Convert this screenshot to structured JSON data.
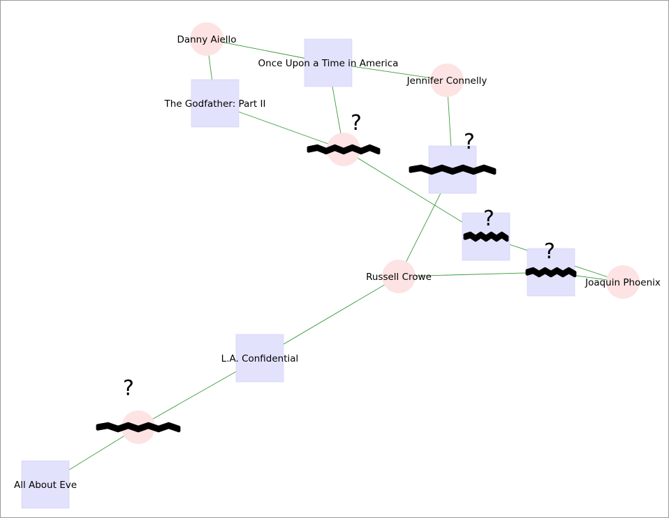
{
  "graph": {
    "nodes": [
      {
        "id": "danny_aiello",
        "kind": "person",
        "label": "Danny Aiello",
        "redacted": false
      },
      {
        "id": "jennifer_connelly",
        "kind": "person",
        "label": "Jennifer Connelly",
        "redacted": false
      },
      {
        "id": "person_center",
        "kind": "person",
        "label": "",
        "redacted": true
      },
      {
        "id": "russell_crowe",
        "kind": "person",
        "label": "Russell Crowe",
        "redacted": false
      },
      {
        "id": "joaquin_phoenix",
        "kind": "person",
        "label": "Joaquin Phoenix",
        "redacted": false
      },
      {
        "id": "person_bottom",
        "kind": "person",
        "label": "",
        "redacted": true
      },
      {
        "id": "once_upon",
        "kind": "movie",
        "label": "Once Upon a Time in America",
        "redacted": false
      },
      {
        "id": "godfather2",
        "kind": "movie",
        "label": "The Godfather: Part II",
        "redacted": false
      },
      {
        "id": "movie_mind",
        "kind": "movie",
        "label": "",
        "redacted": true
      },
      {
        "id": "movie_mid",
        "kind": "movie",
        "label": "",
        "redacted": true
      },
      {
        "id": "movie_right",
        "kind": "movie",
        "label": "",
        "redacted": true
      },
      {
        "id": "la_confidential",
        "kind": "movie",
        "label": "L.A. Confidential",
        "redacted": false
      },
      {
        "id": "all_about_eve",
        "kind": "movie",
        "label": "All About Eve",
        "redacted": false
      }
    ],
    "edges": [
      [
        "danny_aiello",
        "once_upon"
      ],
      [
        "once_upon",
        "jennifer_connelly"
      ],
      [
        "danny_aiello",
        "godfather2"
      ],
      [
        "godfather2",
        "person_center"
      ],
      [
        "once_upon",
        "person_center"
      ],
      [
        "jennifer_connelly",
        "movie_mind"
      ],
      [
        "movie_mind",
        "russell_crowe"
      ],
      [
        "person_center",
        "movie_mid"
      ],
      [
        "movie_mid",
        "joaquin_phoenix"
      ],
      [
        "russell_crowe",
        "movie_right"
      ],
      [
        "movie_right",
        "joaquin_phoenix"
      ],
      [
        "russell_crowe",
        "la_confidential"
      ],
      [
        "la_confidential",
        "person_bottom"
      ],
      [
        "person_bottom",
        "all_about_eve"
      ]
    ],
    "colors": {
      "person_fill": "#fde3e3",
      "movie_fill": "#e2e2fc",
      "edge": "#3a9a3a",
      "redaction": "#000000",
      "frame": "#999999"
    },
    "mark_glyph": "?"
  }
}
